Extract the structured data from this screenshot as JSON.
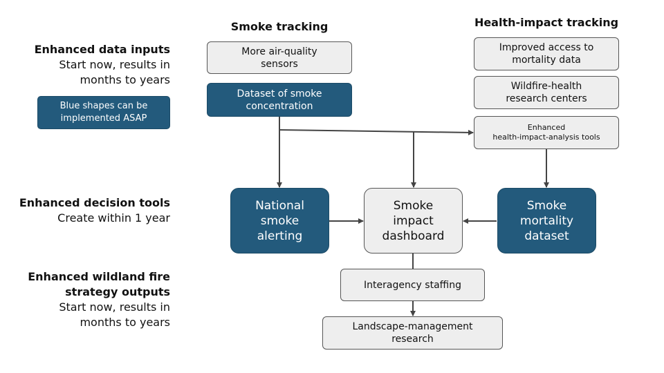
{
  "sections": {
    "inputs": {
      "title": "Enhanced data inputs",
      "line1": "Start now, results in",
      "line2": "months to years"
    },
    "legend": {
      "line1": "Blue shapes can be",
      "line2": "implemented ASAP"
    },
    "decision": {
      "title": "Enhanced decision tools",
      "line1": "Create within 1 year"
    },
    "strategy": {
      "title1": "Enhanced wildland fire",
      "title2": "strategy outputs",
      "line1": "Start now, results in",
      "line2": "months to years"
    }
  },
  "columns": {
    "smoke": "Smoke tracking",
    "health": "Health-impact tracking"
  },
  "nodes": {
    "sensors": [
      "More air-quality",
      "sensors"
    ],
    "dataset": [
      "Dataset of smoke",
      "concentration"
    ],
    "mortality_access": [
      "Improved access to",
      "mortality data"
    ],
    "research_centers": [
      "Wildfire-health",
      "research centers"
    ],
    "analysis_tools": [
      "Enhanced",
      "health-impact-analysis tools"
    ],
    "alerting": [
      "National",
      "smoke",
      "alerting"
    ],
    "dashboard": [
      "Smoke",
      "impact",
      "dashboard"
    ],
    "mortality_dataset": [
      "Smoke",
      "mortality",
      "dataset"
    ],
    "staffing": [
      "Interagency staffing"
    ],
    "landscape": [
      "Landscape-management",
      "research"
    ]
  },
  "colors": {
    "dark": "#235a7c",
    "light": "#eeeeee",
    "line": "#444444"
  }
}
